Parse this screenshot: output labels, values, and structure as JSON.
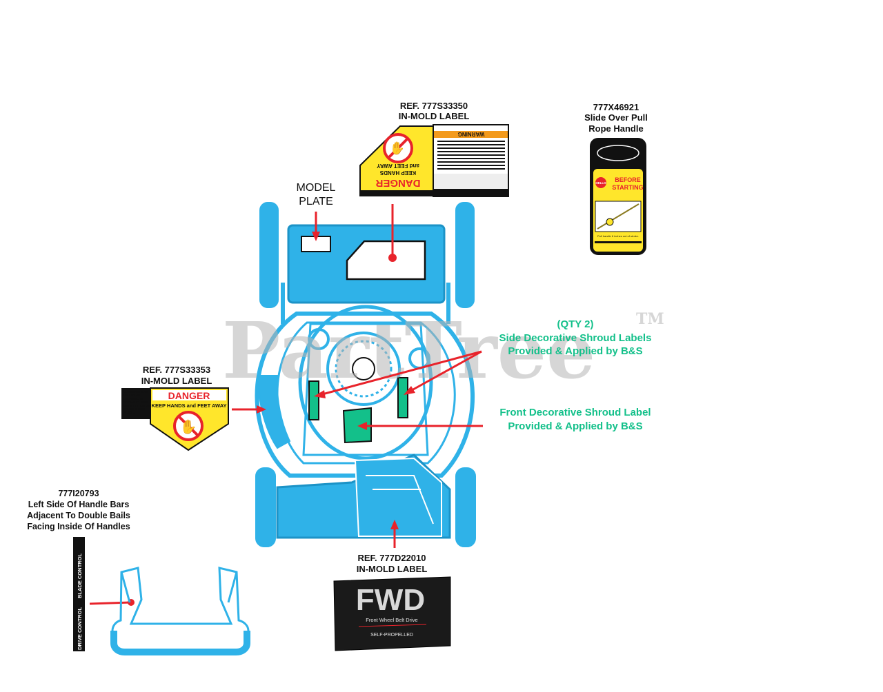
{
  "watermark": {
    "text": "PartTree",
    "tm": "TM"
  },
  "colors": {
    "mower_blue": "#2fb2e8",
    "arrow_red": "#e8232b",
    "callout_green": "#13c08a",
    "label_yellow": "#ffe62b"
  },
  "callouts": {
    "model_plate": {
      "line1": "MODEL",
      "line2": "PLATE"
    },
    "top_label": {
      "ref": "REF. 777S33350",
      "type": "IN-MOLD LABEL"
    },
    "rope_handle": {
      "part": "777X46921",
      "line2": "Slide Over Pull",
      "line3": "Rope Handle"
    },
    "side_label": {
      "ref": "REF. 777S33353",
      "type": "IN-MOLD LABEL"
    },
    "side_shroud": {
      "qty": "(QTY 2)",
      "line1": "Side Decorative Shroud Labels",
      "line2": "Provided & Applied by B&S"
    },
    "front_shroud": {
      "line1": "Front Decorative Shroud Label",
      "line2": "Provided & Applied by B&S"
    },
    "handle_decal": {
      "part": "777I20793",
      "line1": "Left Side Of Handle Bars",
      "line2": "Adjacent To Double Bails",
      "line3": "Facing Inside Of Handles"
    },
    "fwd_label": {
      "ref": "REF. 777D22010",
      "type": "IN-MOLD LABEL"
    }
  },
  "decals": {
    "danger_word": "DANGER",
    "keep_hands_feet": "KEEP HANDS and FEET AWAY",
    "keep_hands_upper": "KEEP HANDS",
    "keep_and_feet": "and FEET AWAY",
    "warning_word": "WARNING",
    "do_not_operate": [
      "DO NOT OPERATE",
      "UNLESS AN",
      "UNDAMAGED",
      "DISCHARGE COVER",
      "OR ENTIRE GRASS",
      "CATCHER IS IN",
      "PLACE."
    ],
    "fwd_title": "FWD",
    "fwd_sub": "Front Wheel Belt Drive",
    "fwd_self": "SELF-PROPELLED",
    "rope_before": "BEFORE",
    "rope_starting": "STARTING",
    "rope_hello": "HELLO",
    "rope_footer": "Pull handle 6 inches out of stroke.",
    "drive_control": "DRIVE CONTROL",
    "blade_control": "BLADE CONTROL"
  }
}
